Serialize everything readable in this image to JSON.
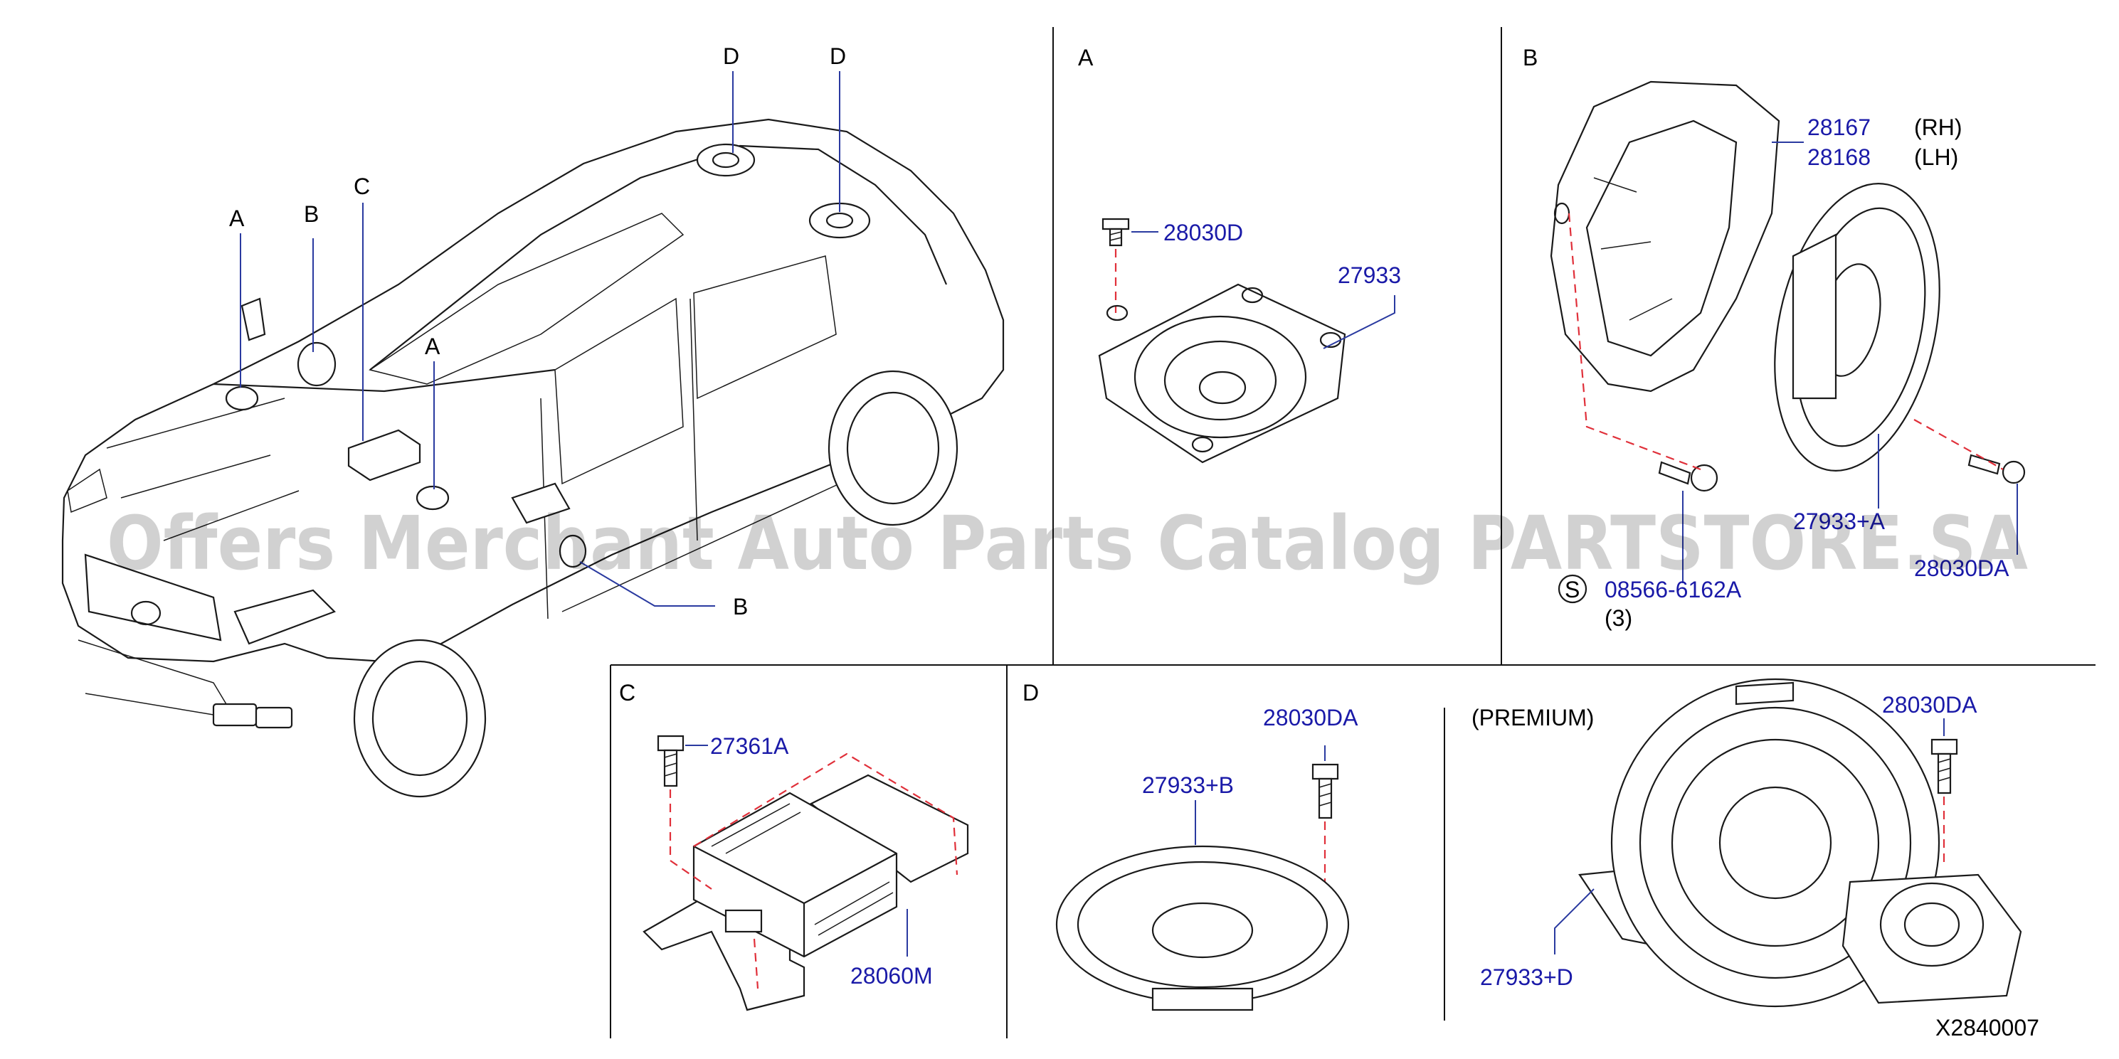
{
  "diagram": {
    "callouts": {
      "car_A_left": "A",
      "car_B_top": "B",
      "car_C": "C",
      "car_A_right": "A",
      "car_D_left": "D",
      "car_D_right": "D",
      "car_B_door": "B"
    },
    "panels": {
      "A": {
        "title": "A",
        "parts": {
          "bolt": "28030D",
          "speaker": "27933"
        }
      },
      "B": {
        "title": "B",
        "parts": {
          "bracket_rh": "28167",
          "bracket_lh": "28168",
          "speaker": "27933+A",
          "bolt": "28030DA",
          "screw": "08566-6162A"
        },
        "side_rh": "(RH)",
        "side_lh": "(LH)",
        "std_symbol": "S",
        "qty": "(3)"
      },
      "C": {
        "title": "C",
        "parts": {
          "bolt": "27361A",
          "amplifier": "28060M"
        }
      },
      "D": {
        "title": "D",
        "parts": {
          "bolt": "28030DA",
          "speaker": "27933+B"
        }
      },
      "premium": {
        "title": "(PREMIUM)",
        "parts": {
          "bolt": "28030DA",
          "speaker": "27933+D"
        }
      }
    },
    "diagram_code": "X2840007"
  },
  "watermark": "Offers Merchant Auto Parts Catalog PARTSTORE.SA",
  "colors": {
    "part_number": "#1a1aa8",
    "leader": "#2a3aa0",
    "dashed_guide": "#e0303a",
    "line": "#1a1a1a"
  }
}
